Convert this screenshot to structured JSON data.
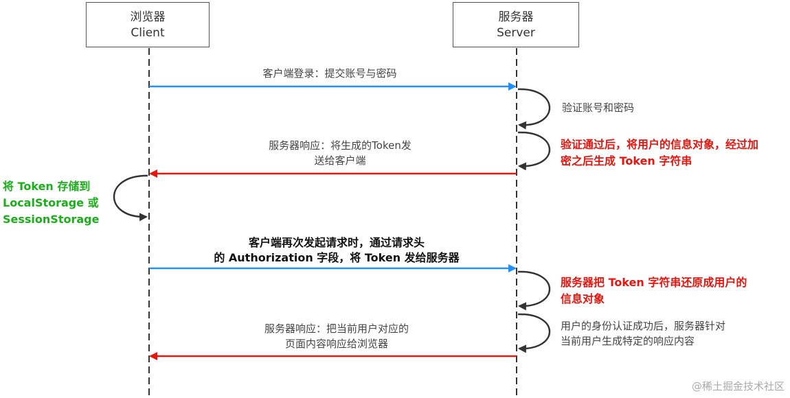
{
  "actors": {
    "client": {
      "line1": "浏览器",
      "line2": "Client"
    },
    "server": {
      "line1": "服务器",
      "line2": "Server"
    }
  },
  "messages": [
    {
      "id": "login",
      "text": "客户端登录：提交账号与密码"
    },
    {
      "id": "verify",
      "text": "验证账号和密码"
    },
    {
      "id": "server_response_1",
      "line1": "服务器响应：将生成的Token发",
      "line2": "送给客户端"
    },
    {
      "id": "encrypt_note",
      "line1": "验证通过后，将用户的信息对象，经过加",
      "line2": "密之后生成 Token 字符串"
    },
    {
      "id": "store_note",
      "line1": "将 Token 存储到",
      "line2": "LocalStorage 或",
      "line3": "SessionStorage"
    },
    {
      "id": "request_again",
      "line1": "客户端再次发起请求时，通过请求头",
      "line2": "的 Authorization 字段，将 Token 发给服务器"
    },
    {
      "id": "restore_note",
      "line1": "服务器把 Token 字符串还原成用户的",
      "line2": "信息对象"
    },
    {
      "id": "auth_success",
      "line1": "用户的身份认证成功后，服务器针对",
      "line2": "当前用户生成特定的响应内容"
    },
    {
      "id": "server_response_2",
      "line1": "服务器响应：把当前用户对应的",
      "line2": "页面内容响应给浏览器"
    }
  ],
  "colors": {
    "request": "#1e90ff",
    "response": "#e8140d",
    "green_note": "#19b019",
    "red_note": "#e8140d"
  },
  "watermark": "@稀土掘金技术社区"
}
